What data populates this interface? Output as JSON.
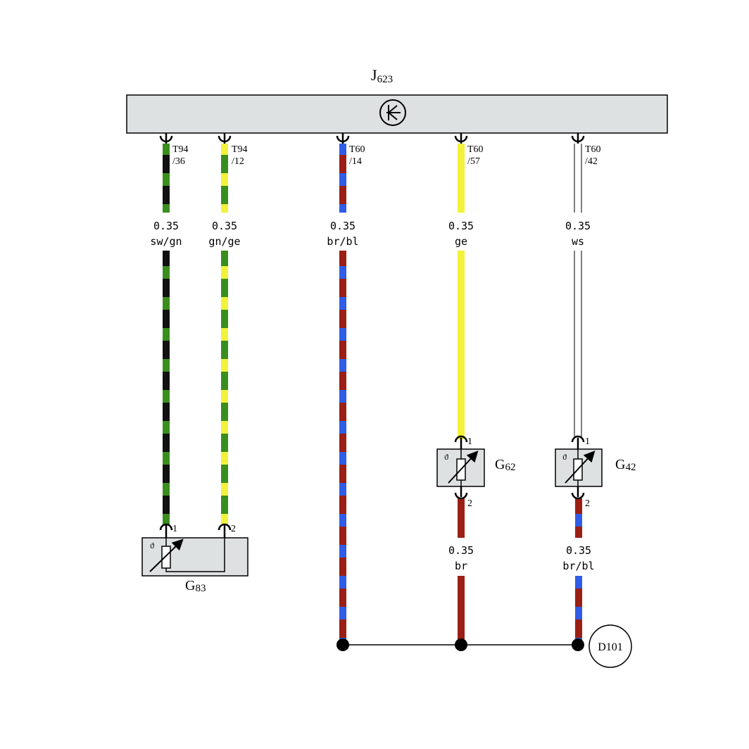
{
  "colors": {
    "black": "#111111",
    "green": "#3a8e1e",
    "yellow": "#f2f23a",
    "blue": "#2f5de8",
    "brown": "#9b1f14",
    "white": "#ffffff",
    "panel": "#dde1e1"
  },
  "control_unit": {
    "label_main": "J",
    "label_sub": "623",
    "symbol": "ecu-symbol-icon"
  },
  "pins": [
    {
      "conn": "T94",
      "num": "/36"
    },
    {
      "conn": "T94",
      "num": "/12"
    },
    {
      "conn": "T60",
      "num": "/14"
    },
    {
      "conn": "T60",
      "num": "/57"
    },
    {
      "conn": "T60",
      "num": "/42"
    }
  ],
  "wires": [
    {
      "size": "0.35",
      "color_code": "sw/gn"
    },
    {
      "size": "0.35",
      "color_code": "gn/ge"
    },
    {
      "size": "0.35",
      "color_code": "br/bl"
    },
    {
      "size": "0.35",
      "color_code": "ge"
    },
    {
      "size": "0.35",
      "color_code": "ws"
    }
  ],
  "lower_wires": [
    {
      "size": "0.35",
      "color_code": "br"
    },
    {
      "size": "0.35",
      "color_code": "br/bl"
    }
  ],
  "sensors": {
    "g83": {
      "label_main": "G",
      "label_sub": "83",
      "theta": "ϑ",
      "pin1": "1",
      "pin2": "2"
    },
    "g62": {
      "label_main": "G",
      "label_sub": "62",
      "theta": "ϑ",
      "pin1": "1",
      "pin2": "2"
    },
    "g42": {
      "label_main": "G",
      "label_sub": "42",
      "theta": "ϑ",
      "pin1": "1",
      "pin2": "2"
    }
  },
  "ground": {
    "label": "D101"
  }
}
